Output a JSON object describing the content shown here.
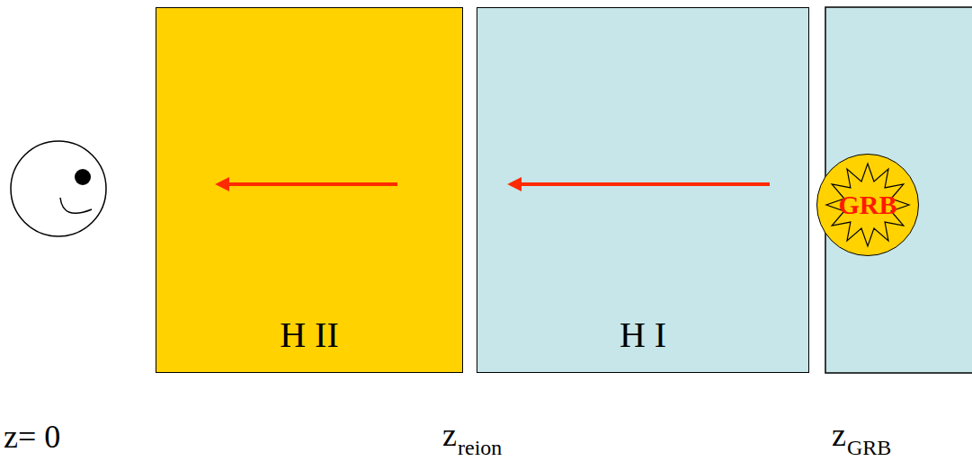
{
  "diagram": {
    "nodes": [
      {
        "text": [
          "H II"
        ]
      },
      {
        "text": [
          "H I"
        ]
      },
      {
        "text": [
          "GRB"
        ]
      }
    ],
    "labels": [
      "z= 0",
      "z",
      "reion",
      "z",
      "GRB"
    ]
  }
}
